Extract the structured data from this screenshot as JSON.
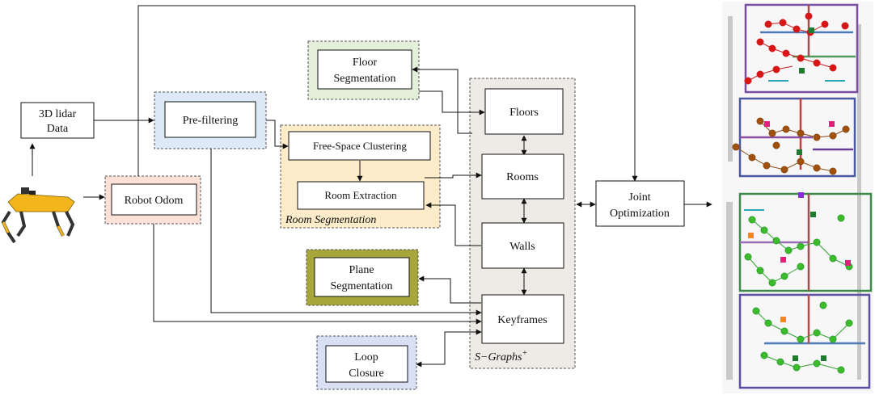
{
  "nodes": {
    "lidar": {
      "lines": [
        "3D lidar",
        "Data"
      ]
    },
    "robot_odom": {
      "lines": [
        "Robot Odom"
      ]
    },
    "pre_filtering": {
      "lines": [
        "Pre-filtering"
      ]
    },
    "floor_segmentation": {
      "lines": [
        "Floor",
        "Segmentation"
      ]
    },
    "free_space_clustering": {
      "lines": [
        "Free-Space Clustering"
      ]
    },
    "room_extraction": {
      "lines": [
        "Room Extraction"
      ]
    },
    "room_segmentation_group": {
      "label": "Room Segmentation"
    },
    "plane_segmentation": {
      "lines": [
        "Plane",
        "Segmentation"
      ]
    },
    "loop_closure": {
      "lines": [
        "Loop",
        "Closure"
      ]
    },
    "floors": {
      "lines": [
        "Floors"
      ]
    },
    "rooms": {
      "lines": [
        "Rooms"
      ]
    },
    "walls": {
      "lines": [
        "Walls"
      ]
    },
    "keyframes": {
      "lines": [
        "Keyframes"
      ]
    },
    "sgraphs_group": {
      "label": "S−Graphs",
      "superscript": "+"
    },
    "joint_optimization": {
      "lines": [
        "Joint",
        "Optimization"
      ]
    }
  },
  "colors": {
    "blue_fill": "#dde9f7",
    "green_fill": "#e3efd9",
    "orange_fill": "#fdecc9",
    "pink_fill": "#fbe1d6",
    "olive_fill": "#a6a63a",
    "lavender_fill": "#d9e0f3",
    "sgraphs_fill": "#eeeae6",
    "robot_yellow": "#f2b51c"
  },
  "icons": [
    "robot-dog-icon",
    "semantic-map-icon"
  ]
}
